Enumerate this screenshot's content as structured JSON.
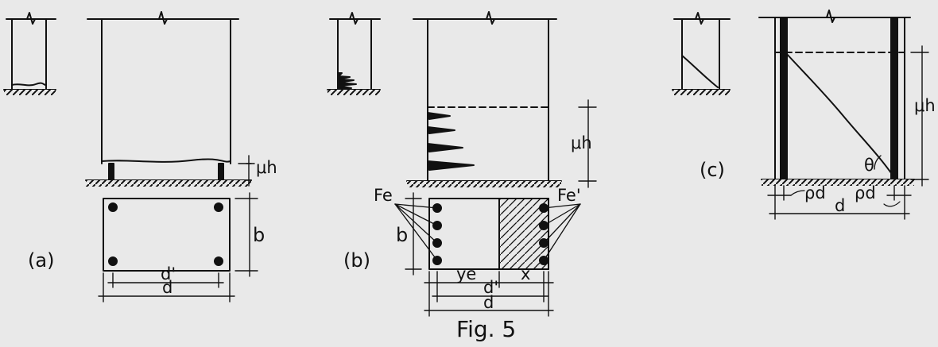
{
  "figure": {
    "caption": "Fig. 5",
    "colors": {
      "ink": "#111111",
      "paper": "#e9e9e9"
    }
  },
  "panel_a": {
    "label": "(a)",
    "dim_height": "μh",
    "dim_b": "b",
    "dim_d_prime": "d'",
    "dim_d": "d"
  },
  "panel_b": {
    "label": "(b)",
    "dim_height": "μh",
    "dim_b": "b",
    "label_fe": "Fe",
    "label_fe_prime": "Fe'",
    "dim_ye": "ye",
    "dim_x": "x",
    "dim_d_prime": "d'",
    "dim_d": "d"
  },
  "panel_c": {
    "label": "(c)",
    "dim_height": "μh",
    "angle": "θ",
    "dim_pd_left": "ρd",
    "dim_pd_right": "ρd",
    "dim_d": "d"
  }
}
